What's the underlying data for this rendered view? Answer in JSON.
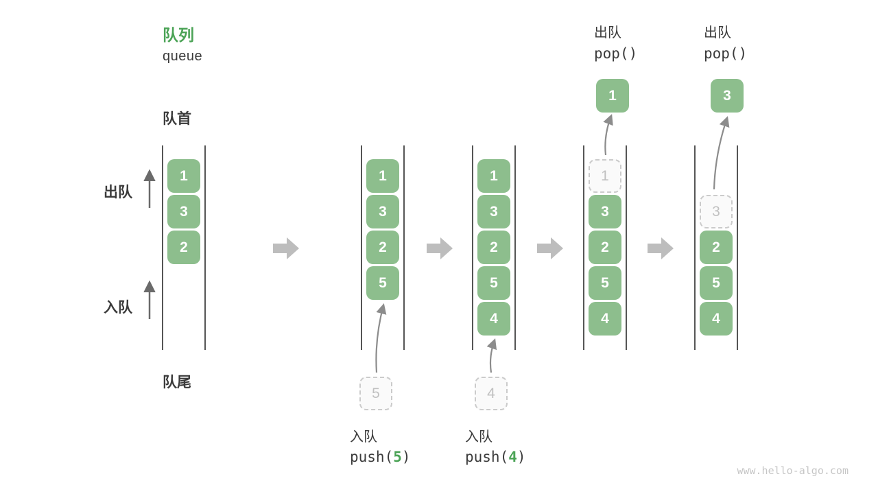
{
  "title": {
    "zh": "队列",
    "en": "queue"
  },
  "labels": {
    "front": "队首",
    "rear": "队尾",
    "dequeue": "出队",
    "enqueue": "入队"
  },
  "watermark": "www.hello-algo.com",
  "colors": {
    "accent_green": "#4ba356",
    "box_green": "#8dbe8d",
    "box_text": "#ffffff",
    "text_dark": "#3b3b3b",
    "ghost_gray": "#c0c0c0",
    "flow_arrow_gray": "#bdbdbd",
    "curve_arrow_gray": "#8c8c8c",
    "side_arrow_gray": "#6a6a6a",
    "line_dark": "#555555",
    "watermark_gray": "#c6c6c6"
  },
  "states": [
    {
      "name": "state-initial",
      "cells": [
        {
          "slot": 0,
          "value": "1",
          "ghost": false
        },
        {
          "slot": 1,
          "value": "3",
          "ghost": false
        },
        {
          "slot": 2,
          "value": "2",
          "ghost": false
        }
      ]
    },
    {
      "name": "state-after-push-5",
      "cells": [
        {
          "slot": 0,
          "value": "1",
          "ghost": false
        },
        {
          "slot": 1,
          "value": "3",
          "ghost": false
        },
        {
          "slot": 2,
          "value": "2",
          "ghost": false
        },
        {
          "slot": 3,
          "value": "5",
          "ghost": false
        }
      ],
      "push": {
        "label": "入队",
        "code_prefix": "push(",
        "arg": "5",
        "code_suffix": ")",
        "value": "5"
      }
    },
    {
      "name": "state-after-push-4",
      "cells": [
        {
          "slot": 0,
          "value": "1",
          "ghost": false
        },
        {
          "slot": 1,
          "value": "3",
          "ghost": false
        },
        {
          "slot": 2,
          "value": "2",
          "ghost": false
        },
        {
          "slot": 3,
          "value": "5",
          "ghost": false
        },
        {
          "slot": 4,
          "value": "4",
          "ghost": false
        }
      ],
      "push": {
        "label": "入队",
        "code_prefix": "push(",
        "arg": "4",
        "code_suffix": ")",
        "value": "4"
      }
    },
    {
      "name": "state-pop-1",
      "cells": [
        {
          "slot": 0,
          "value": "1",
          "ghost": true
        },
        {
          "slot": 1,
          "value": "3",
          "ghost": false
        },
        {
          "slot": 2,
          "value": "2",
          "ghost": false
        },
        {
          "slot": 3,
          "value": "5",
          "ghost": false
        },
        {
          "slot": 4,
          "value": "4",
          "ghost": false
        }
      ],
      "pop": {
        "label": "出队",
        "code": "pop()",
        "value": "1"
      }
    },
    {
      "name": "state-pop-3",
      "cells": [
        {
          "slot": 1,
          "value": "3",
          "ghost": true
        },
        {
          "slot": 2,
          "value": "2",
          "ghost": false
        },
        {
          "slot": 3,
          "value": "5",
          "ghost": false
        },
        {
          "slot": 4,
          "value": "4",
          "ghost": false
        }
      ],
      "pop": {
        "label": "出队",
        "code": "pop()",
        "value": "3"
      }
    }
  ]
}
